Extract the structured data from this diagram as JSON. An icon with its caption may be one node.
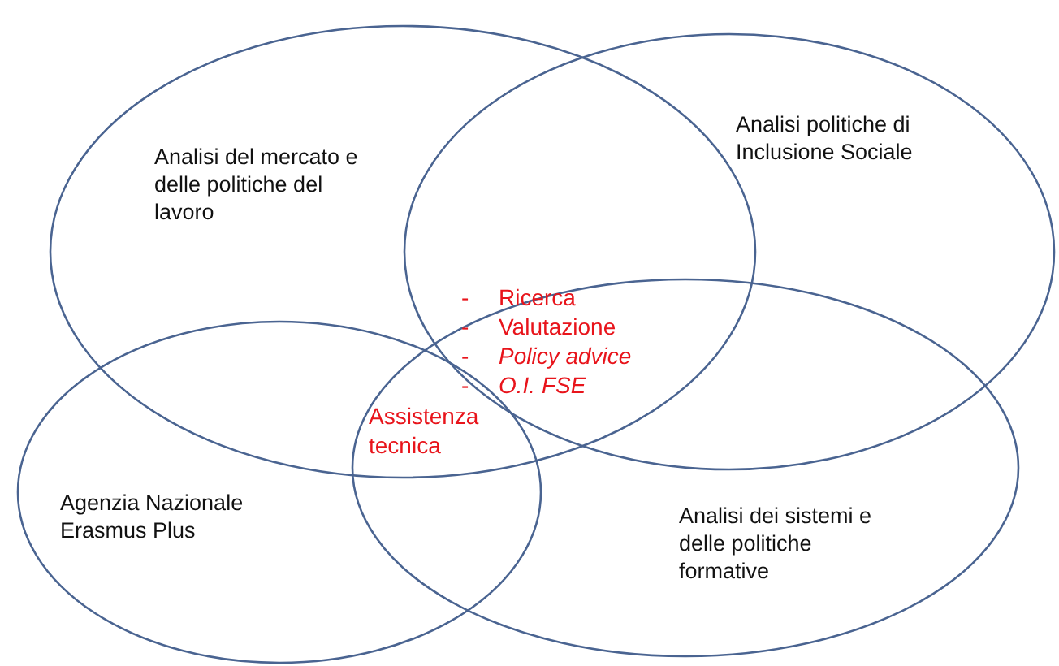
{
  "diagram": {
    "nodes": [
      {
        "text": [
          "Analisi del mercato e delle politiche del lavoro"
        ]
      },
      {
        "text": [
          "Analisi politiche di Inclusione Sociale"
        ]
      },
      {
        "text": [
          "Agenzia Nazionale Erasmus Plus"
        ]
      },
      {
        "text": [
          "Analisi dei sistemi e delle politiche formative"
        ]
      }
    ],
    "labels": [
      "-",
      "Ricerca",
      "-",
      "Valutazione",
      "-",
      "Policy advice",
      "-",
      "O.I. FSE",
      "Assistenza tecnica"
    ]
  }
}
